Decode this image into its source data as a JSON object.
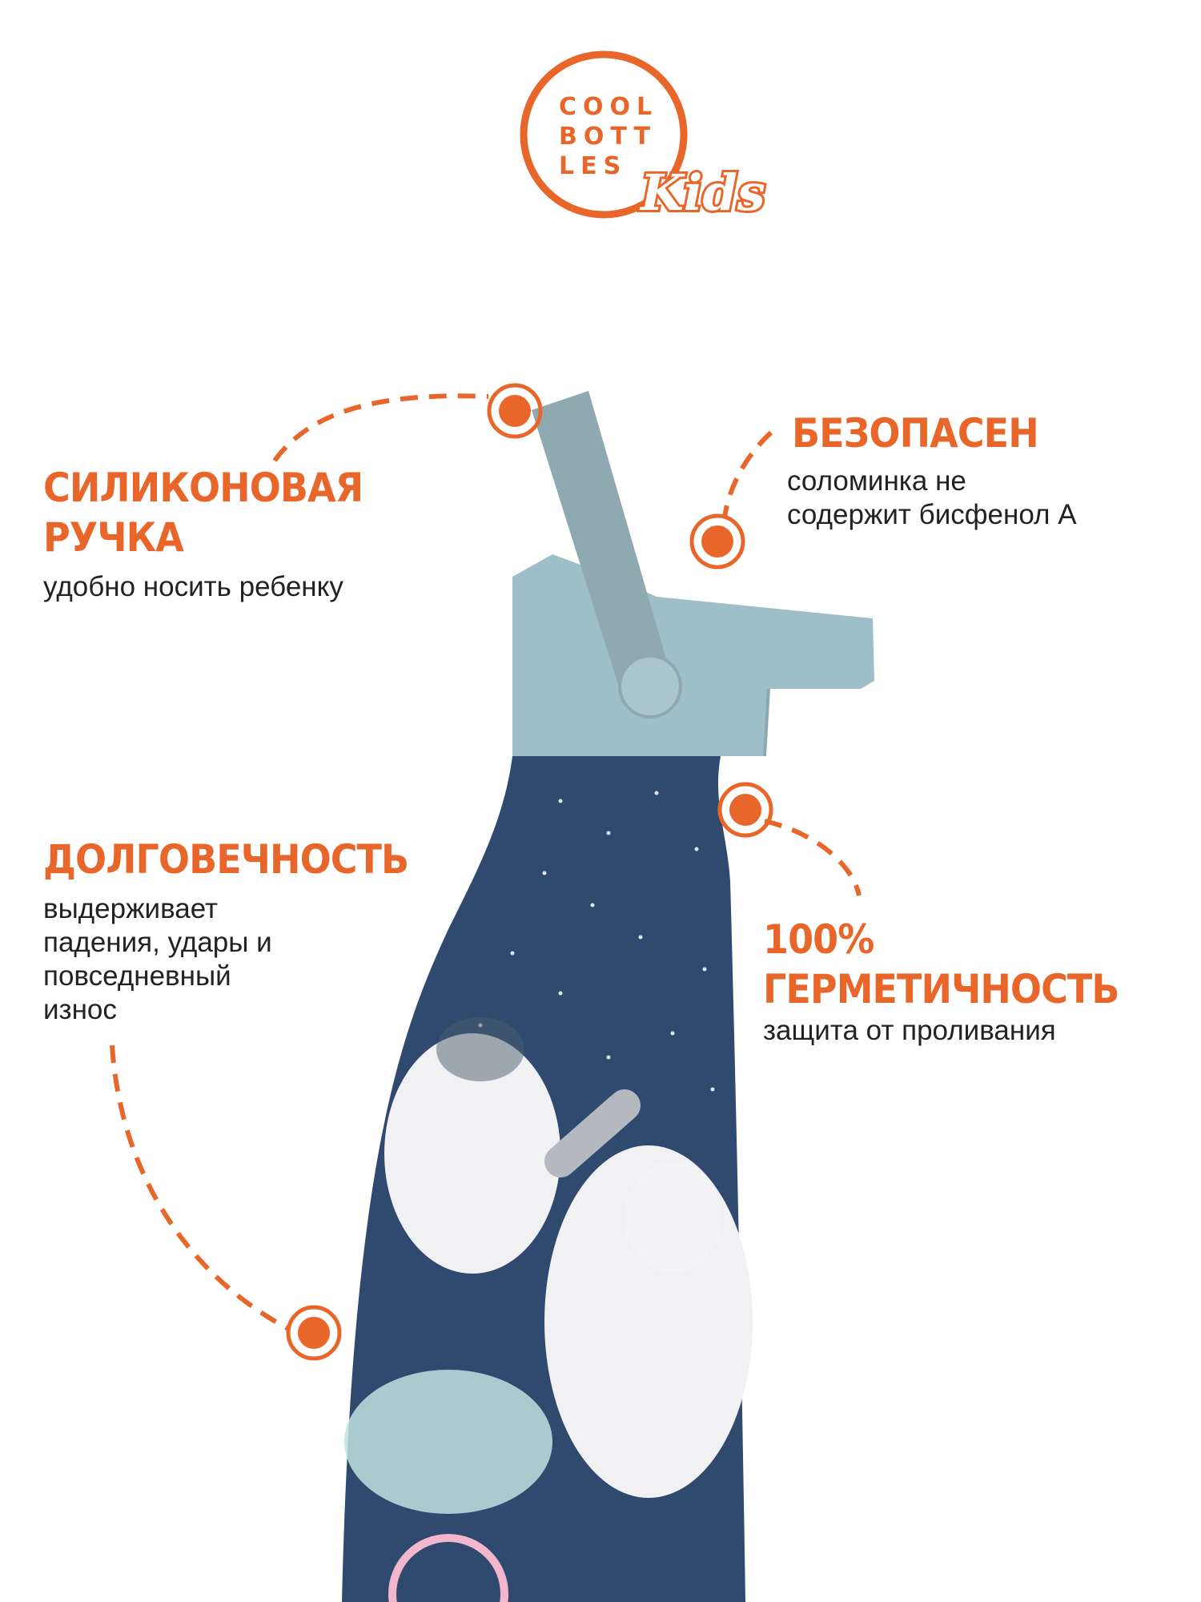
{
  "brand": {
    "logo_text": "COOL BOTT LES Kids",
    "accent_color": "#e8662a"
  },
  "features": [
    {
      "title_lines": [
        "СИЛИКОНОВАЯ",
        "РУЧКА"
      ],
      "subtitle_lines": [
        "удобно носить ребенку"
      ]
    },
    {
      "title_lines": [
        "БЕЗОПАСЕН"
      ],
      "subtitle_lines": [
        "соломинка не",
        "содержит бисфенол А"
      ]
    },
    {
      "title_lines": [
        "ДОЛГОВЕЧНОСТЬ"
      ],
      "subtitle_lines": [
        "выдерживает",
        "падения, удары и",
        "повседневный",
        "износ"
      ]
    },
    {
      "title_lines": [
        "100%",
        "ГЕРМЕТИЧНОСТЬ"
      ],
      "subtitle_lines": [
        "защита от проливания"
      ]
    }
  ],
  "colors": {
    "bottle_body": "#2f4a6e",
    "cap": "#9fbfc8",
    "handle": "#8fa9b1"
  }
}
